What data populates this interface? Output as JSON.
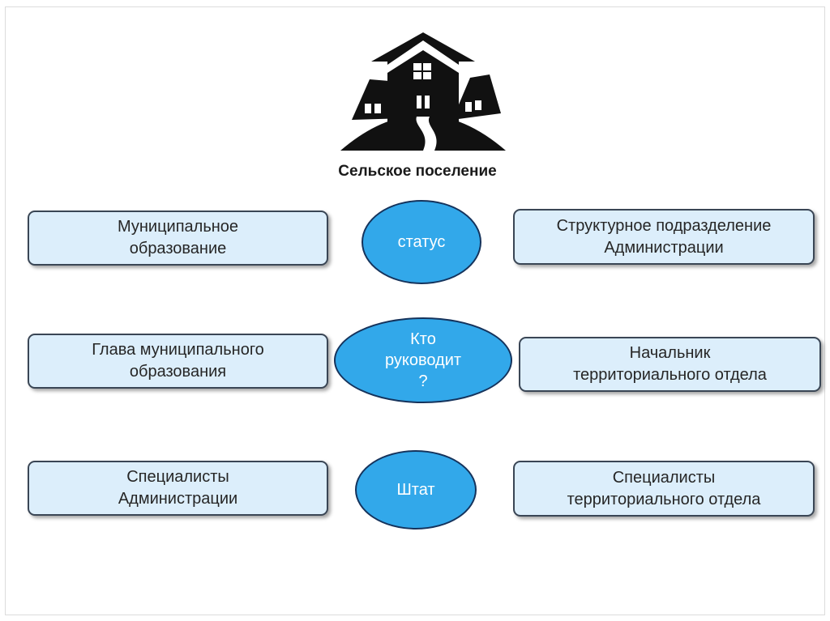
{
  "diagram": {
    "title": "Сельское поселение",
    "logo_icon": "village-houses-icon",
    "colors": {
      "box_fill": "#dceefb",
      "box_border": "#3a4655",
      "oval_fill": "#32a8ea",
      "oval_border": "#15335c",
      "icon": "#111111"
    },
    "rows": [
      {
        "left": "Муниципальное\nобразование",
        "center": "статус",
        "right": "Структурное подразделение\nАдминистрации"
      },
      {
        "left": "Глава муниципального\nобразования",
        "center": "Кто\nруководит\n?",
        "right": "Начальник\nтерриториального отдела"
      },
      {
        "left": "Специалисты\nАдминистрации",
        "center": "Штат",
        "right": "Специалисты\nтерриториального отдела"
      }
    ]
  }
}
